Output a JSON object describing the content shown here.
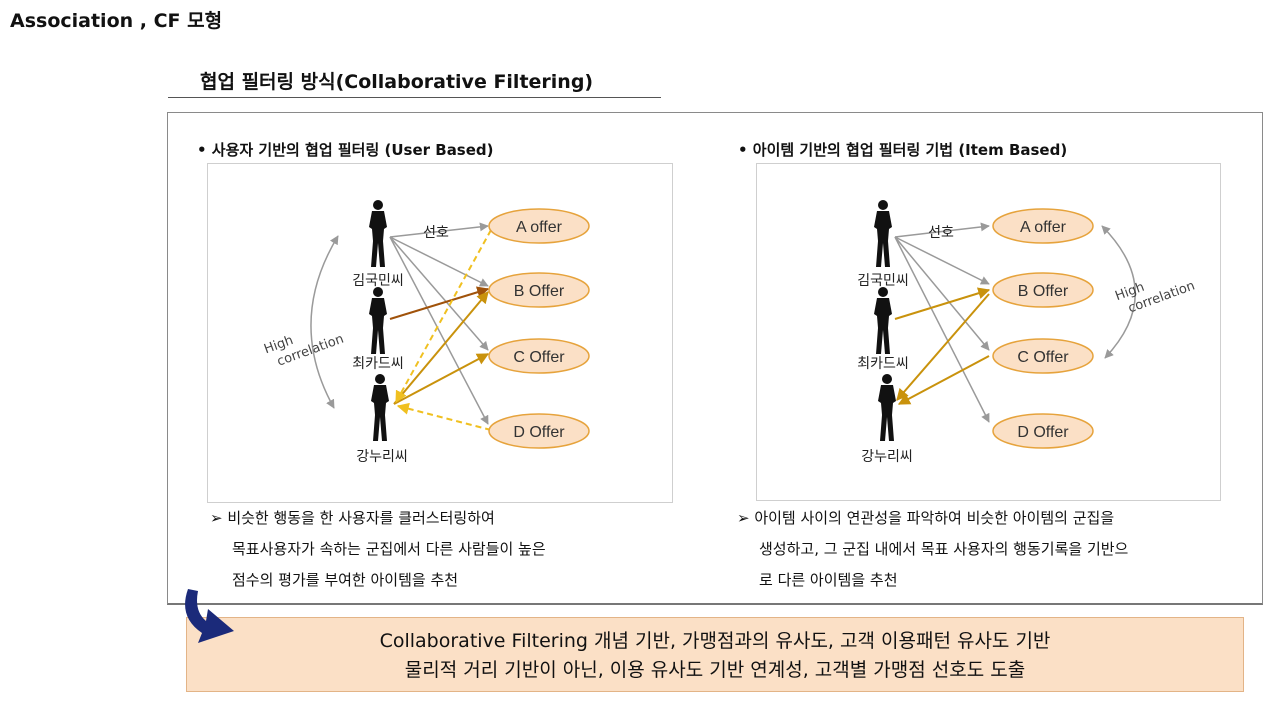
{
  "page": {
    "title": "Association , CF 모형"
  },
  "section": {
    "title": "협업 필터링 방식(Collaborative Filtering)"
  },
  "user_based": {
    "heading": "•  사용자 기반의 협업 필터링 (User Based)",
    "people": [
      "김국민씨",
      "최카드씨",
      "강누리씨"
    ],
    "offers": [
      "A offer",
      "B Offer",
      "C Offer",
      "D Offer"
    ],
    "preference_label": "선호",
    "correlation_label": [
      "High",
      "correlation"
    ],
    "note_lines": [
      "➢ 비슷한 행동을 한 사용자를 클러스터링하여",
      "목표사용자가 속하는 군집에서 다른 사람들이 높은",
      "점수의 평가를 부여한 아이템을 추천"
    ]
  },
  "item_based": {
    "heading": "•  아이템 기반의 협업 필터링 기법 (Item Based)",
    "people": [
      "김국민씨",
      "최카드씨",
      "강누리씨"
    ],
    "offers": [
      "A offer",
      "B Offer",
      "C Offer",
      "D Offer"
    ],
    "preference_label": "선호",
    "correlation_label": [
      "High",
      "correlation"
    ],
    "note_lines": [
      "➢ 아이템 사이의 연관성을 파악하여 비슷한 아이템의 군집을",
      "생성하고, 그 군집 내에서 목표 사용자의 행동기록을 기반으",
      "로 다른 아이템을 추천"
    ]
  },
  "summary": {
    "line1": "Collaborative Filtering 개념 기반, 가맹점과의 유사도, 고객 이용패턴 유사도 기반",
    "line2": "물리적 거리 기반이 아닌, 이용 유사도 기반 연계성, 고객별 가맹점 선호도 도출"
  },
  "colors": {
    "offer_fill": "#fbe0c6",
    "offer_stroke": "#e6a33c",
    "gray_arrow": "#9a9a9a",
    "gold_arrow": "#c9920c",
    "brown_arrow": "#a0520a",
    "dashed_arrow": "#f0c020",
    "summary_fill": "#fbe0c6",
    "navy_arrow": "#1b2a7a"
  }
}
